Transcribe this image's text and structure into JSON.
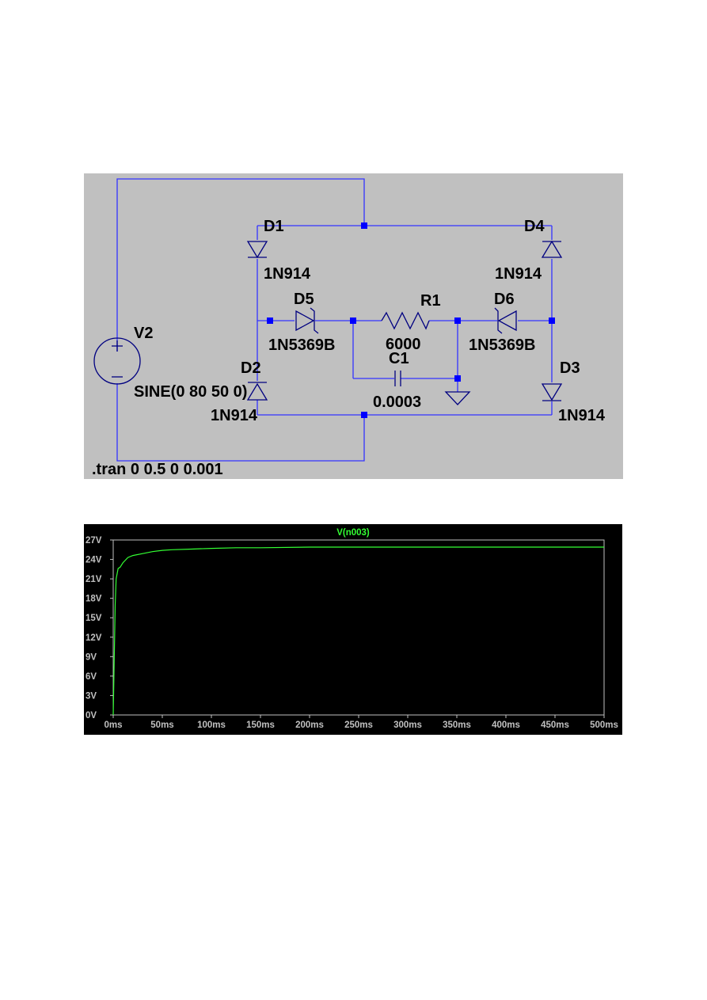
{
  "schematic": {
    "components": {
      "D1": {
        "name": "D1",
        "model": "1N914"
      },
      "D2": {
        "name": "D2",
        "model": "1N914"
      },
      "D3": {
        "name": "D3",
        "model": "1N914"
      },
      "D4": {
        "name": "D4",
        "model": "1N914"
      },
      "D5": {
        "name": "D5",
        "model": "1N5369B"
      },
      "D6": {
        "name": "D6",
        "model": "1N5369B"
      },
      "R1": {
        "name": "R1",
        "value": "6000"
      },
      "C1": {
        "name": "C1",
        "value": "0.0003"
      },
      "V2": {
        "name": "V2",
        "value": "SINE(0 80 50 0)"
      }
    },
    "directive": ".tran 0 0.5 0 0.001",
    "colors": {
      "background": "#c0c0c0",
      "wire": "#3333ff",
      "junction": "#0000ff",
      "component": "#000080"
    }
  },
  "plot": {
    "trace_name": "V(n003)",
    "colors": {
      "background": "#000000",
      "trace": "#33ff33",
      "axis": "#c0c0c0"
    }
  },
  "chart_data": {
    "type": "line",
    "title": "V(n003)",
    "xlabel": "",
    "ylabel": "",
    "xlim": [
      0,
      500
    ],
    "ylim": [
      0,
      27
    ],
    "grid": false,
    "x_tick_labels": [
      "0ms",
      "50ms",
      "100ms",
      "150ms",
      "200ms",
      "250ms",
      "300ms",
      "350ms",
      "400ms",
      "450ms",
      "500ms"
    ],
    "y_tick_labels": [
      "0V",
      "3V",
      "6V",
      "9V",
      "12V",
      "15V",
      "18V",
      "21V",
      "24V",
      "27V"
    ],
    "series": [
      {
        "name": "V(n003)",
        "x": [
          0,
          1,
          2,
          3,
          5,
          7,
          10,
          15,
          20,
          30,
          40,
          50,
          60,
          80,
          100,
          125,
          150,
          200,
          250,
          300,
          350,
          400,
          450,
          500
        ],
        "y": [
          0,
          8,
          17,
          21,
          22.6,
          22.8,
          23.5,
          24.3,
          24.6,
          24.9,
          25.2,
          25.4,
          25.5,
          25.6,
          25.7,
          25.8,
          25.8,
          25.9,
          25.9,
          25.9,
          25.9,
          25.9,
          25.9,
          25.9
        ]
      }
    ]
  }
}
